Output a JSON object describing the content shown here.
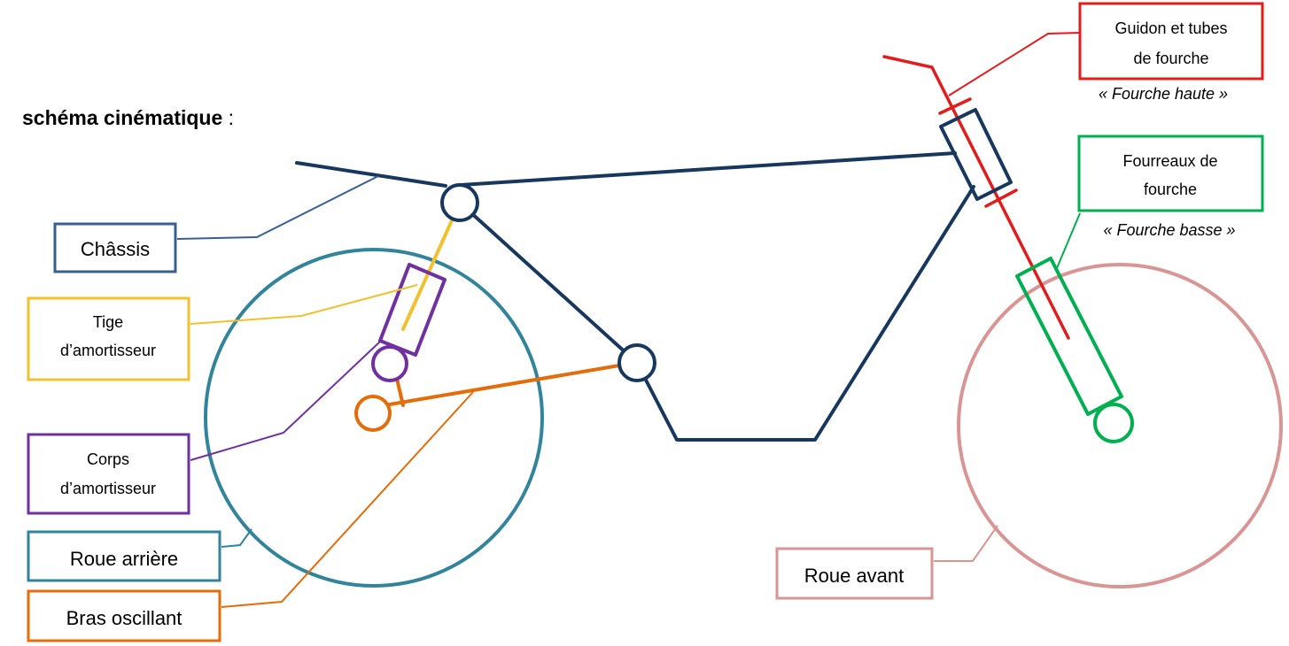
{
  "title": {
    "text": "schéma cinématique",
    "suffix": " :"
  },
  "labels": {
    "chassis": {
      "lines": [
        "Châssis"
      ]
    },
    "tige": {
      "lines": [
        "Tige",
        "d’amortisseur"
      ]
    },
    "corps": {
      "lines": [
        "Corps",
        "d’amortisseur"
      ]
    },
    "roue_arriere": {
      "lines": [
        "Roue arrière"
      ]
    },
    "bras": {
      "lines": [
        "Bras oscillant"
      ]
    },
    "roue_avant": {
      "lines": [
        "Roue avant"
      ]
    },
    "guidon": {
      "lines": [
        "Guidon et tubes",
        "de fourche"
      ],
      "note": "« Fourche haute »"
    },
    "fourreaux": {
      "lines": [
        "Fourreaux de",
        "fourche"
      ],
      "note": "« Fourche basse »"
    }
  },
  "colors": {
    "chassis": "#17375e",
    "chassis_label": "#376092",
    "tige": "#f2c12e",
    "corps": "#7030a0",
    "roue_arriere": "#31849b",
    "bras": "#e46c0a",
    "roue_avant": "#d99594",
    "guidon": "#e31b1b",
    "fourreaux": "#00b050"
  }
}
